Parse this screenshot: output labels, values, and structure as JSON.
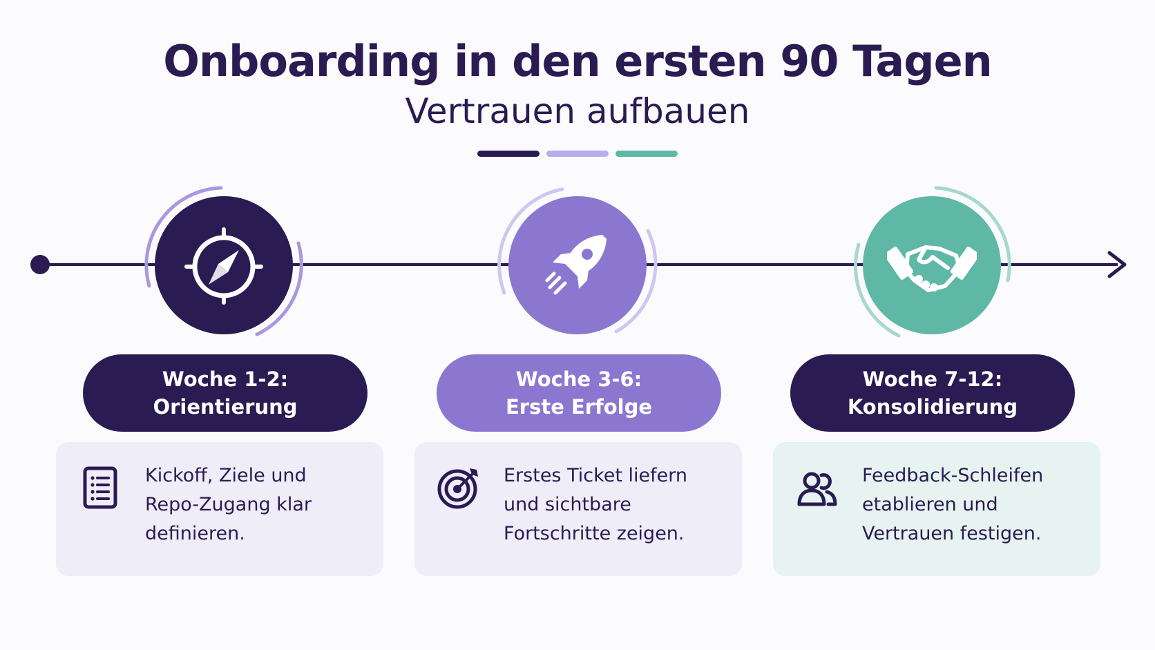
{
  "header": {
    "title": "Onboarding in den ersten 90 Tagen",
    "subtitle": "Vertrauen aufbauen"
  },
  "colors": {
    "dark": "#2a1b52",
    "lavender": "#8b77cf",
    "light_lavender": "#b8acea",
    "teal": "#5fb8a6",
    "card_purple": "#efedf8",
    "card_teal": "#e6f3f0"
  },
  "stages": [
    {
      "icon": "compass-icon",
      "title_line1": "Woche 1-2:",
      "title_line2": "Orientierung",
      "card_icon": "checklist-icon",
      "text_line1": "Kickoff, Ziele und",
      "text_line2": "Repo-Zugang klar",
      "text_line3": "definieren."
    },
    {
      "icon": "rocket-icon",
      "title_line1": "Woche 3-6:",
      "title_line2": "Erste Erfolge",
      "card_icon": "target-icon",
      "text_line1": "Erstes Ticket liefern",
      "text_line2": "und sichtbare",
      "text_line3": "Fortschritte zeigen."
    },
    {
      "icon": "handshake-icon",
      "title_line1": "Woche 7-12:",
      "title_line2": "Konsolidierung",
      "card_icon": "team-icon",
      "text_line1": "Feedback-Schleifen",
      "text_line2": "etablieren und",
      "text_line3": "Vertrauen festigen."
    }
  ]
}
